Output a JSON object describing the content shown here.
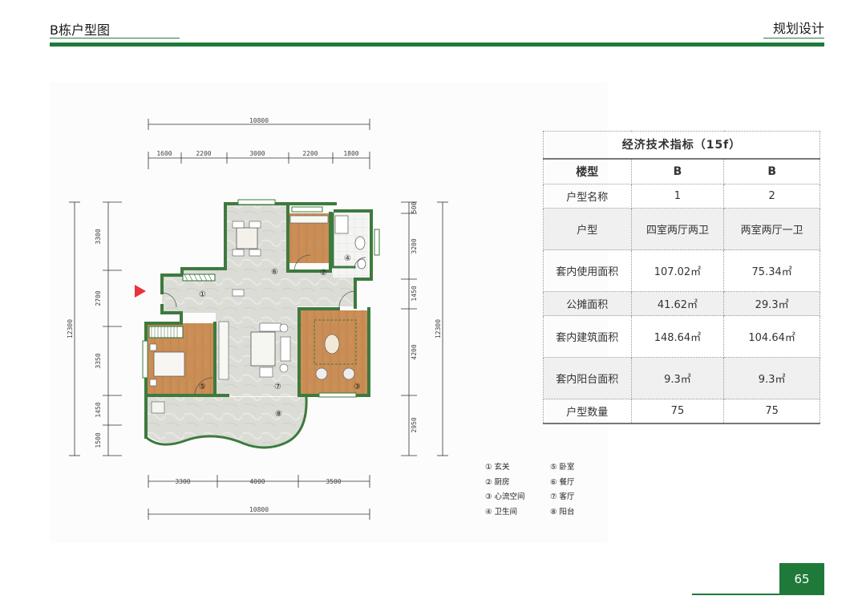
{
  "header": {
    "left_title": "B栋户型图",
    "right_title": "规划设计"
  },
  "plan": {
    "dims_top_total": "10800",
    "dims_top": [
      "1600",
      "2200",
      "3000",
      "2200",
      "1800"
    ],
    "dims_bottom": [
      "3300",
      "4000",
      "3500"
    ],
    "dims_bottom_total": "10800",
    "dims_left": [
      "3300",
      "2700",
      "3350",
      "1450",
      "1500"
    ],
    "dims_left_total": "12300",
    "dims_right": [
      "500",
      "3200",
      "1450",
      "4200",
      "2950"
    ],
    "dims_right_total": "12300",
    "room_marks": [
      "①",
      "②",
      "③",
      "④",
      "⑤",
      "⑥",
      "⑦",
      "⑧"
    ]
  },
  "table": {
    "caption": "经济技术指标（15f）",
    "headers": [
      "楼型",
      "B",
      "B"
    ],
    "rows": [
      [
        "户型名称",
        "1",
        "2"
      ],
      [
        "户型",
        "四室两厅两卫",
        "两室两厅一卫"
      ],
      [
        "套内使用面积",
        "107.02㎡",
        "75.34㎡"
      ],
      [
        "公摊面积",
        "41.62㎡",
        "29.3㎡"
      ],
      [
        "套内建筑面积",
        "148.64㎡",
        "104.64㎡"
      ],
      [
        "套内阳台面积",
        "9.3㎡",
        "9.3㎡"
      ],
      [
        "户型数量",
        "75",
        "75"
      ]
    ]
  },
  "legend": {
    "col_a": [
      "① 玄关",
      "② 厨房",
      "③ 心流空间",
      "④ 卫生间"
    ],
    "col_b": [
      "⑤ 卧室",
      "⑥ 餐厅",
      "⑦ 客厅",
      "⑧ 阳台"
    ]
  },
  "page_number": "65",
  "colors": {
    "brand_green": "#1f7a3a",
    "wall": "#3d7a3e",
    "wood_floor": "#c98d55",
    "stone_floor": "#dcdcd6",
    "entry_arrow": "#e8333a"
  }
}
